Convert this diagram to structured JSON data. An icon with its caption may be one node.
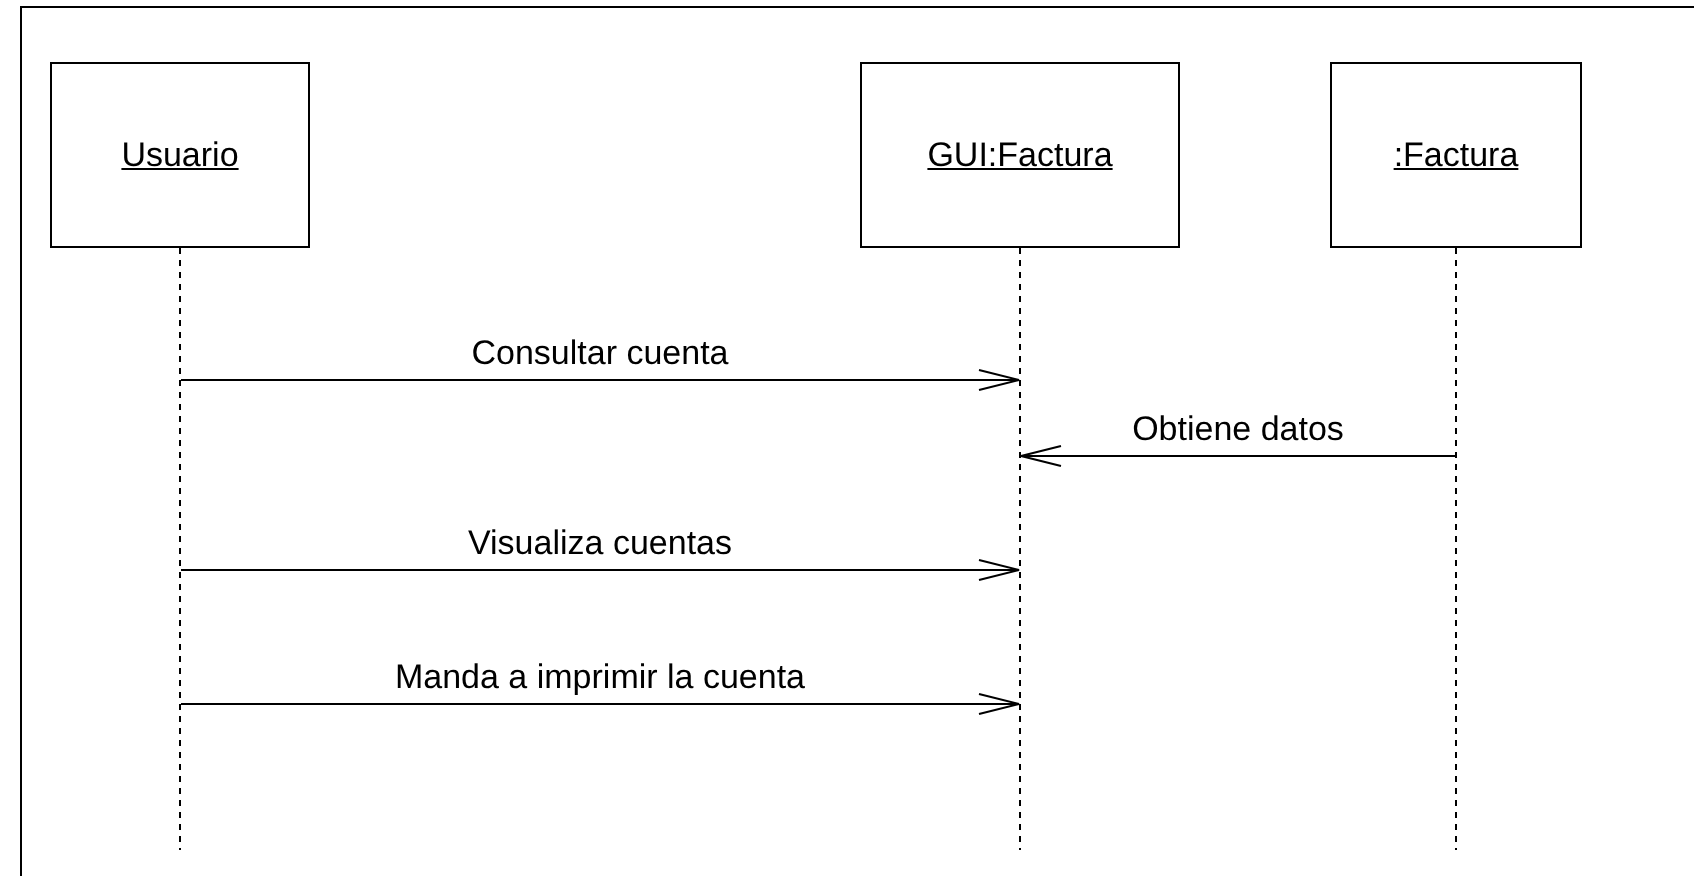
{
  "diagram": {
    "nodes": [
      {
        "text": [
          "Usuario"
        ]
      },
      {
        "text": [
          "GUI:Factura"
        ]
      },
      {
        "text": [
          ":Factura"
        ]
      }
    ],
    "edges": [
      {
        "from": 0,
        "to": 1,
        "arrow": "to",
        "label": "Consultar cuenta"
      },
      {
        "from": 2,
        "to": 1,
        "arrow": "to",
        "label": "Obtiene datos"
      },
      {
        "from": 0,
        "to": 1,
        "arrow": "to",
        "label": "Visualiza cuentas"
      },
      {
        "from": 0,
        "to": 1,
        "arrow": "to",
        "label": "Manda a imprimir la cuenta"
      }
    ]
  }
}
